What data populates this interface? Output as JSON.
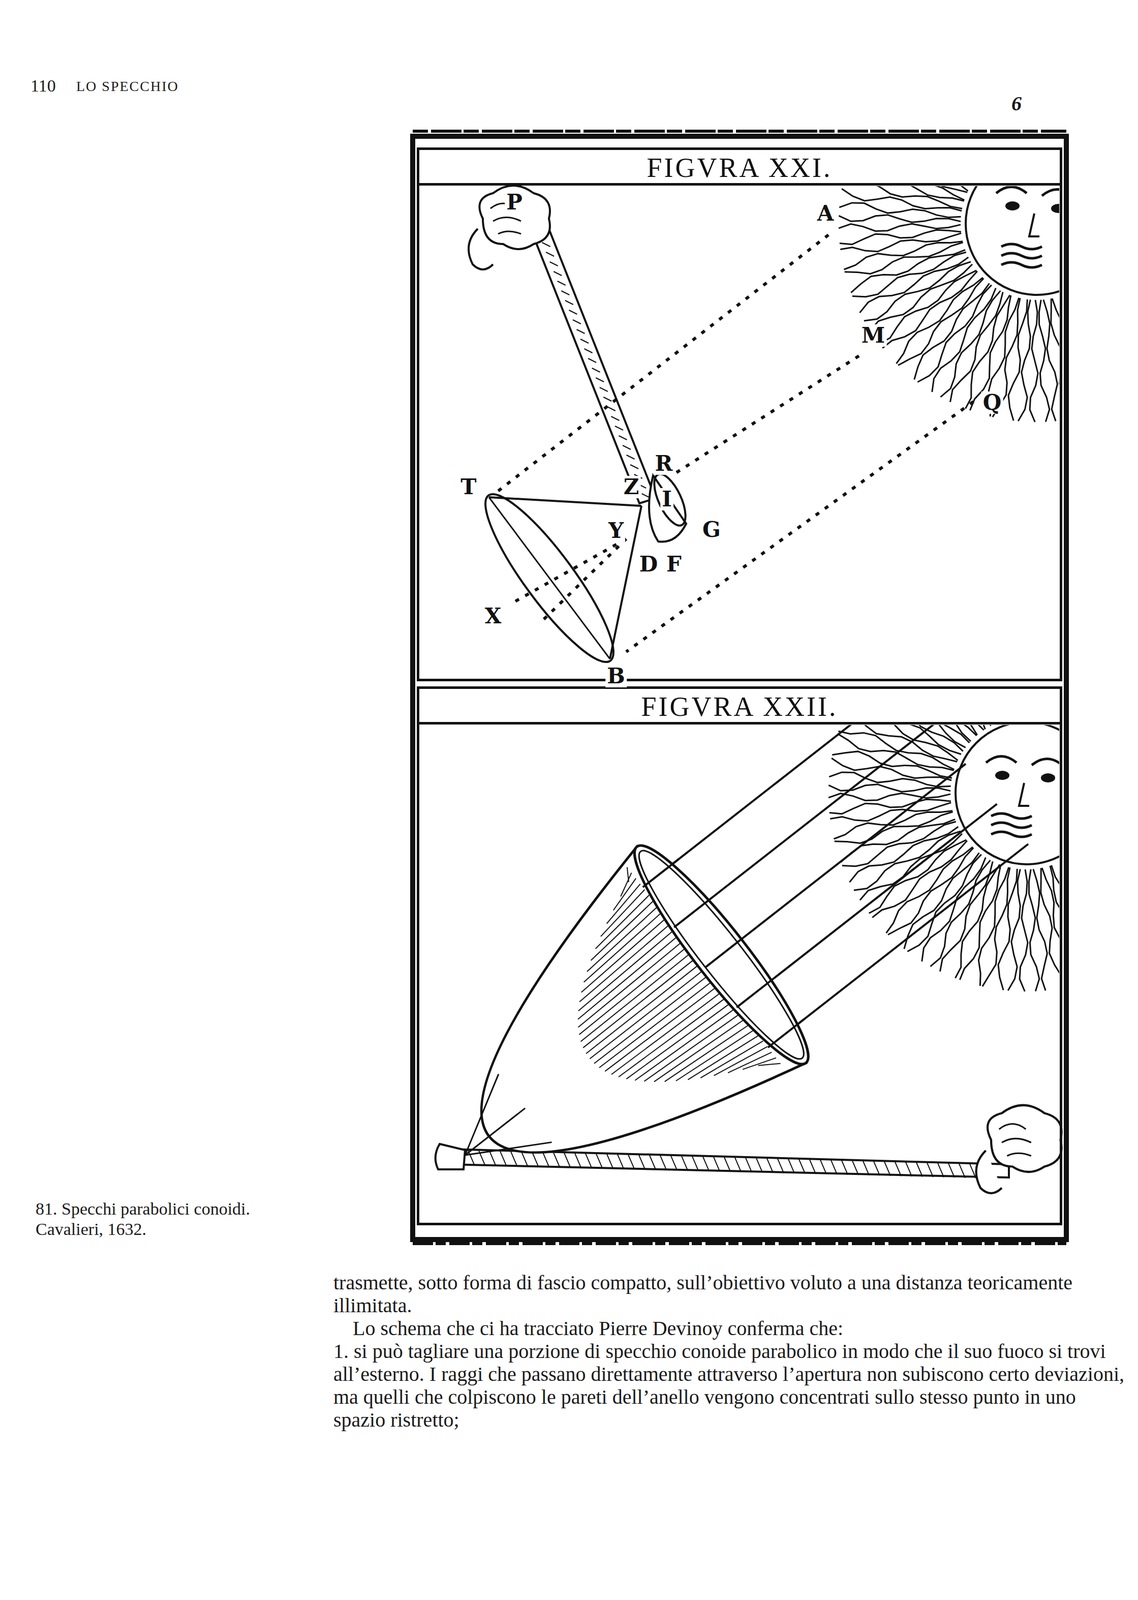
{
  "diagram": {
    "caption": "81. Specchi parabolici conoidi. Cavalieri, 1632.",
    "nodes": [
      {
        "text": [
          "FIGVRA XXI."
        ]
      },
      {
        "text": [
          "FIGVRA XXII."
        ]
      }
    ],
    "labels": [
      "110",
      "LO SPECCHIO",
      "6",
      "P",
      "A",
      "M",
      "Q",
      "T",
      "R",
      "I",
      "Z",
      "Y",
      "G",
      "D",
      "F",
      "X",
      "B",
      "trasmette, sotto forma di fascio compatto, sull’obiettivo voluto a una distanza teoricamente illimitata.",
      "Lo schema che ci ha tracciato Pierre Devinoy conferma che:",
      "1. si può tagliare una porzione di specchio conoide parabolico in modo che il suo fuoco si trovi all’esterno. I raggi che passano direttamente attraverso l’apertura non subiscono certo deviazioni, ma quelli che colpiscono le pareti dell’anello vengono concentrati sullo stesso punto in uno spazio ristretto;"
    ]
  }
}
